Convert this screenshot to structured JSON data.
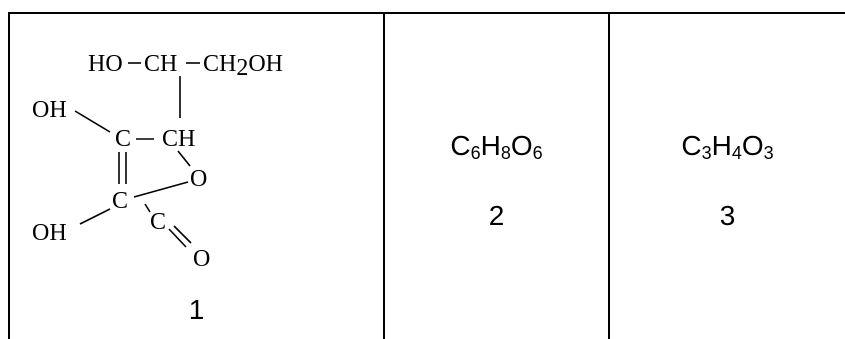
{
  "cells": [
    {
      "index": "1",
      "structure": {
        "ho": "HO",
        "ch_top": "CH",
        "ch2oh_ch": "CH",
        "ch2oh_2": "2",
        "ch2oh_oh": "OH",
        "oh_upper": "OH",
        "c_left": "C",
        "ch_ring": "CH",
        "o_ring": "O",
        "c_lower": "C",
        "oh_lower": "OH",
        "c_carbonyl": "C",
        "o_carbonyl": "O"
      }
    },
    {
      "index": "2",
      "formula": {
        "e1": "C",
        "n1": "6",
        "e2": "H",
        "n2": "8",
        "e3": "O",
        "n3": "6"
      }
    },
    {
      "index": "3",
      "formula": {
        "e1": "C",
        "n1": "3",
        "e2": "H",
        "n2": "4",
        "e3": "O",
        "n3": "3"
      }
    }
  ]
}
